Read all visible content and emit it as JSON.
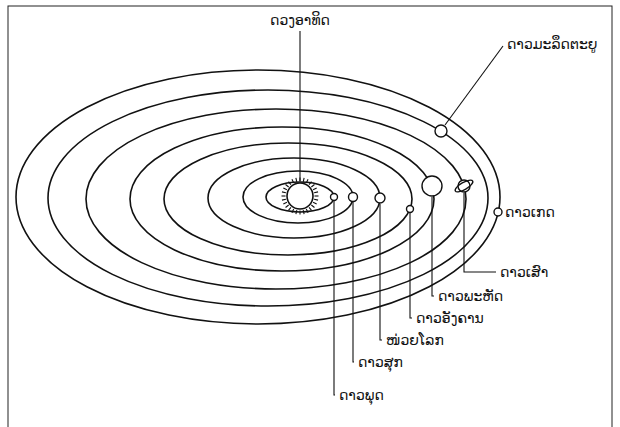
{
  "diagram": {
    "labels": [
      "ດວງອາທິດ",
      "ດາວມະລຶດຕະຍູ",
      "ດາວເກດ",
      "ດາວເສົາ",
      "ດາວພະຫັດ",
      "ດາວອັງຄານ",
      "ໜ່ວຍໂລກ",
      "ດາວສຸກ",
      "ດາວພຸດ"
    ]
  }
}
